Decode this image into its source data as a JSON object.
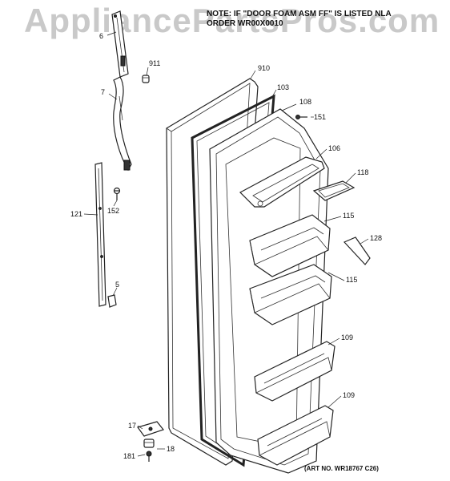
{
  "watermark": "AppliancePartsPros.com",
  "note": {
    "line1": "NOTE: IF \"DOOR FOAM ASM FF\" IS LISTED NLA",
    "line2": "ORDER WR00X0010"
  },
  "art_number": "(ART NO. WR18767 C26)",
  "callouts": [
    {
      "id": "6",
      "label": "6"
    },
    {
      "id": "911",
      "label": "911"
    },
    {
      "id": "910",
      "label": "910"
    },
    {
      "id": "7",
      "label": "7"
    },
    {
      "id": "103",
      "label": "103"
    },
    {
      "id": "108",
      "label": "108"
    },
    {
      "id": "151",
      "label": "151"
    },
    {
      "id": "106",
      "label": "106"
    },
    {
      "id": "118",
      "label": "118"
    },
    {
      "id": "121",
      "label": "121"
    },
    {
      "id": "152",
      "label": "152"
    },
    {
      "id": "115a",
      "label": "115"
    },
    {
      "id": "128",
      "label": "128"
    },
    {
      "id": "5",
      "label": "5"
    },
    {
      "id": "115b",
      "label": "115"
    },
    {
      "id": "109a",
      "label": "109"
    },
    {
      "id": "109b",
      "label": "109"
    },
    {
      "id": "17",
      "label": "17"
    },
    {
      "id": "18",
      "label": "18"
    },
    {
      "id": "181",
      "label": "181"
    }
  ]
}
